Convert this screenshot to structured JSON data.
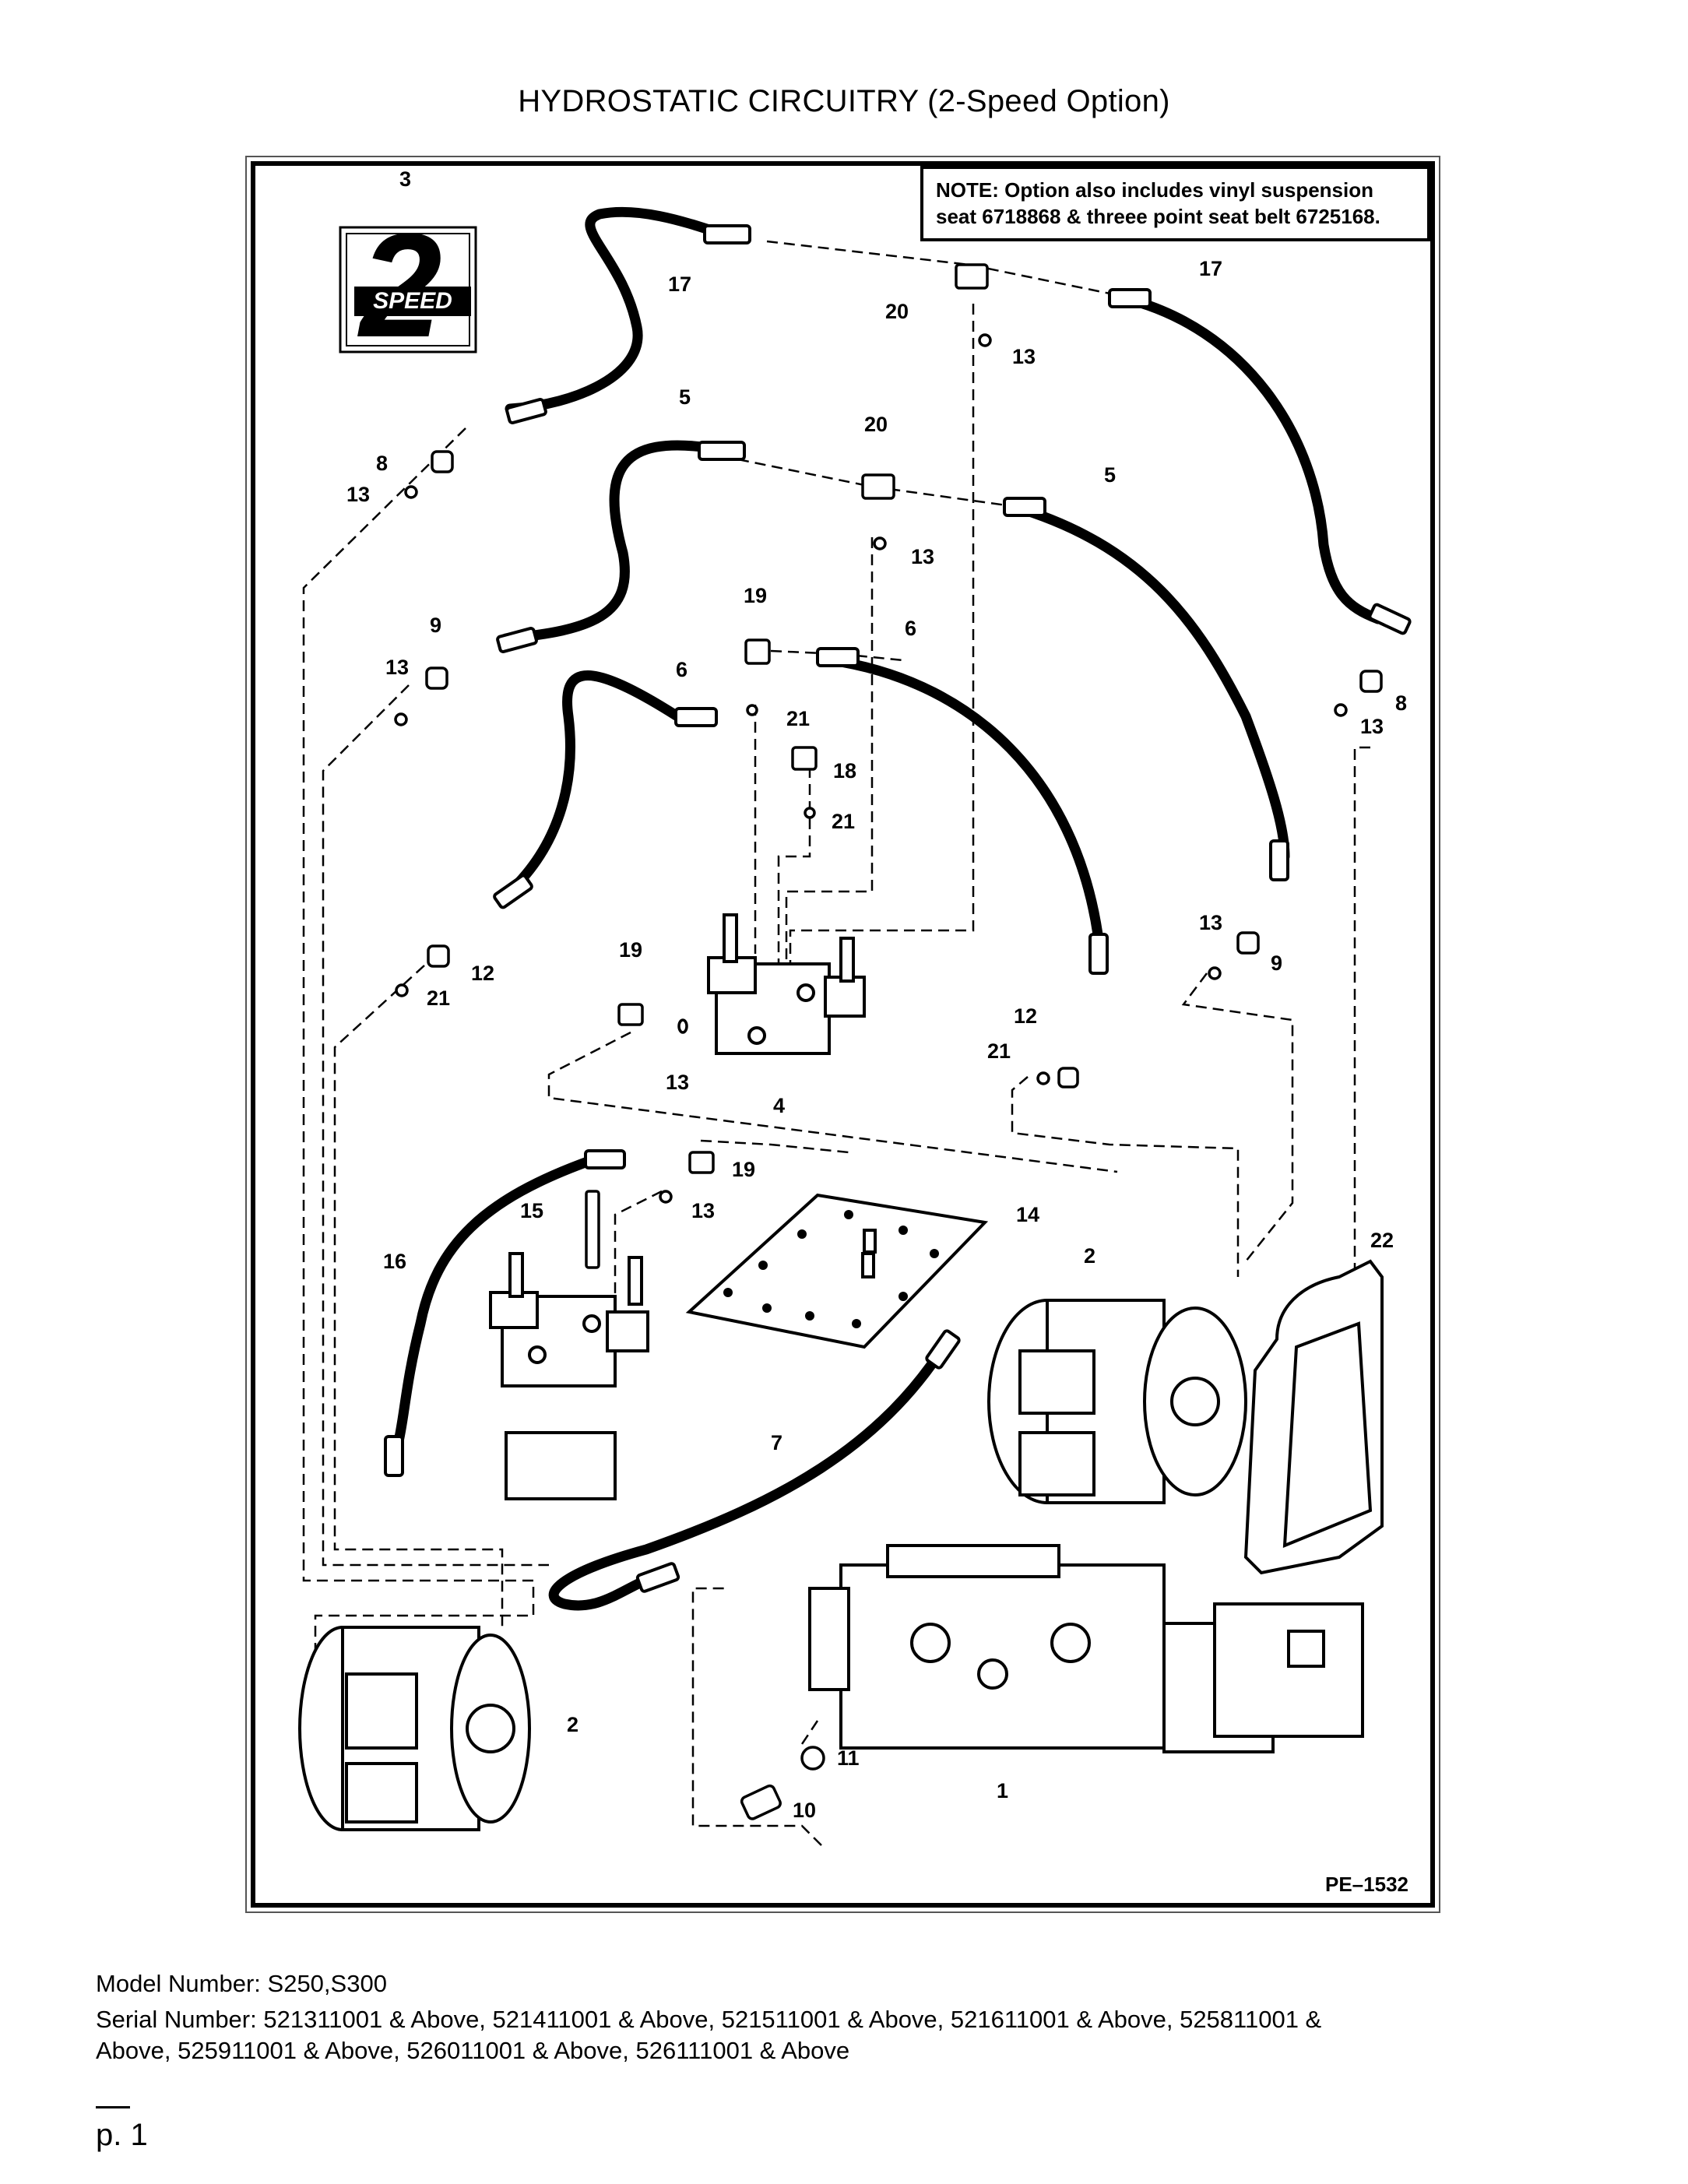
{
  "page": {
    "title": "HYDROSTATIC CIRCUITRY (2-Speed Option)",
    "drawing_number": "PE–1532",
    "page_number": "p. 1"
  },
  "note": {
    "label": "NOTE:",
    "text": "Option also includes vinyl suspension seat 6718868 & threee point seat belt 6725168."
  },
  "badge": {
    "digit": "2",
    "word": "SPEED"
  },
  "callouts": [
    "1",
    "2",
    "2",
    "3",
    "4",
    "5",
    "5",
    "6",
    "6",
    "7",
    "8",
    "8",
    "9",
    "9",
    "10",
    "11",
    "12",
    "12",
    "13",
    "13",
    "13",
    "13",
    "13",
    "13",
    "13",
    "13",
    "14",
    "15",
    "16",
    "17",
    "17",
    "18",
    "19",
    "19",
    "19",
    "20",
    "20",
    "21",
    "21",
    "21",
    "21",
    "22"
  ],
  "footer": {
    "model": "Model Number: S250,S300",
    "serial_line1": "Serial Number: 521311001 & Above, 521411001 & Above, 521511001 & Above, 521611001 & Above, 525811001 &",
    "serial_line2": "Above, 525911001 & Above, 526011001 & Above, 526111001 & Above"
  }
}
